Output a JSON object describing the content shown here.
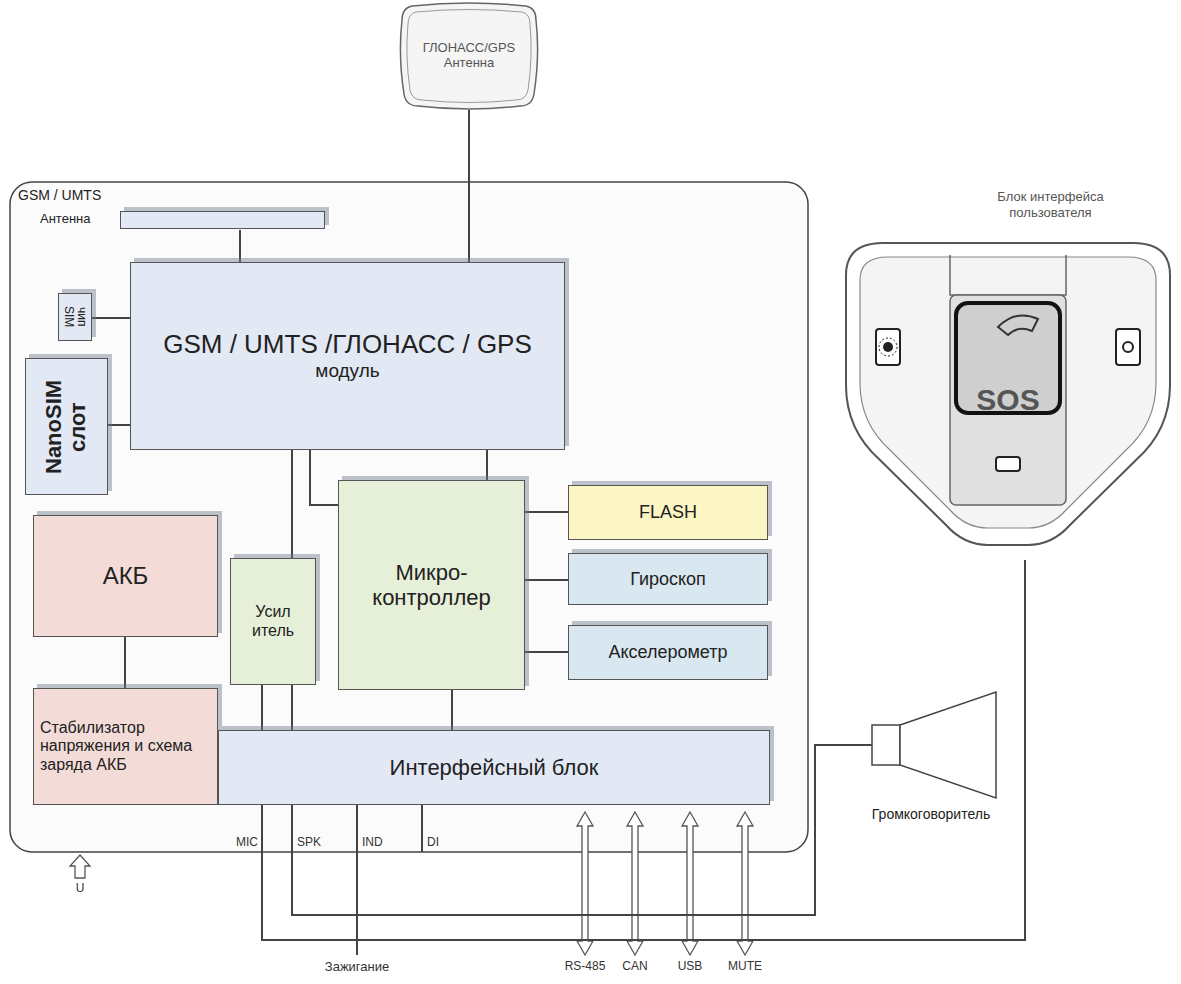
{
  "diagram": {
    "nodes": [
      {
        "text": [
          "ГЛОНАСС/GPS Антенна"
        ]
      },
      {
        "text": [
          "GSM / UMTS",
          "Антенна"
        ]
      },
      {
        "text": [
          "GSM / UMTS /ГЛОНАСС / GPS",
          "модуль"
        ]
      },
      {
        "text": [
          "SIM чип"
        ]
      },
      {
        "text": [
          "NanoSIM слот"
        ]
      },
      {
        "text": [
          "АКБ"
        ]
      },
      {
        "text": [
          "Усил итель"
        ]
      },
      {
        "text": [
          "Микро- контроллер"
        ]
      },
      {
        "text": [
          "FLASH"
        ]
      },
      {
        "text": [
          "Гироскоп"
        ]
      },
      {
        "text": [
          "Акселерометр"
        ]
      },
      {
        "text": [
          "Стабилизатор напряжения и схема заряда АКБ"
        ]
      },
      {
        "text": [
          "Интерфейсный блок"
        ]
      },
      {
        "text": [
          "Блок интерфейса пользователя",
          "SOS"
        ]
      },
      {
        "text": [
          "Громкоговоритель"
        ]
      }
    ],
    "edges": [
      {
        "from": 0,
        "to": 2,
        "arrow": "none"
      },
      {
        "from": 1,
        "to": 2,
        "arrow": "none"
      },
      {
        "from": 3,
        "to": 2,
        "arrow": "none"
      },
      {
        "from": 4,
        "to": 2,
        "arrow": "none"
      },
      {
        "from": 2,
        "to": 6,
        "arrow": "none"
      },
      {
        "from": 2,
        "to": 7,
        "arrow": "none"
      },
      {
        "from": 2,
        "to": 7,
        "arrow": "none"
      },
      {
        "from": 7,
        "to": 8,
        "arrow": "none"
      },
      {
        "from": 7,
        "to": 9,
        "arrow": "none"
      },
      {
        "from": 7,
        "to": 10,
        "arrow": "none"
      },
      {
        "from": 5,
        "to": 11,
        "arrow": "none"
      },
      {
        "from": 6,
        "to": 12,
        "arrow": "none"
      },
      {
        "from": 6,
        "to": 12,
        "arrow": "none"
      },
      {
        "from": 7,
        "to": 12,
        "arrow": "none"
      },
      {
        "from": 12,
        "to": 14,
        "arrow": "none"
      },
      {
        "from": 12,
        "to": 13,
        "arrow": "none"
      }
    ],
    "labels": [
      "MIC",
      "SPK",
      "IND",
      "DI",
      "U",
      "Зажигание",
      "RS-485",
      "CAN",
      "USB",
      "MUTE"
    ]
  }
}
